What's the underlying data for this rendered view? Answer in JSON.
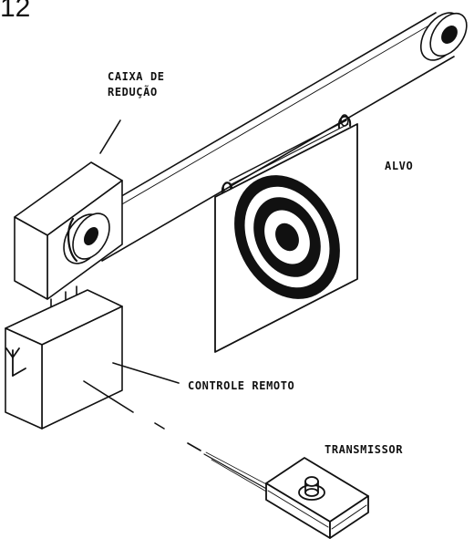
{
  "figure_number": "12",
  "labels": {
    "caixa_line1": "CAIXA  DE",
    "caixa_line2": "REDUÇÃO",
    "alvo": "ALVO",
    "controle": "CONTROLE   REMOTO",
    "transmissor": "TRANSMISSOR"
  },
  "colors": {
    "ink": "#111111",
    "paper": "#ffffff"
  },
  "icons": [
    "antenna-icon",
    "push-button-icon"
  ]
}
